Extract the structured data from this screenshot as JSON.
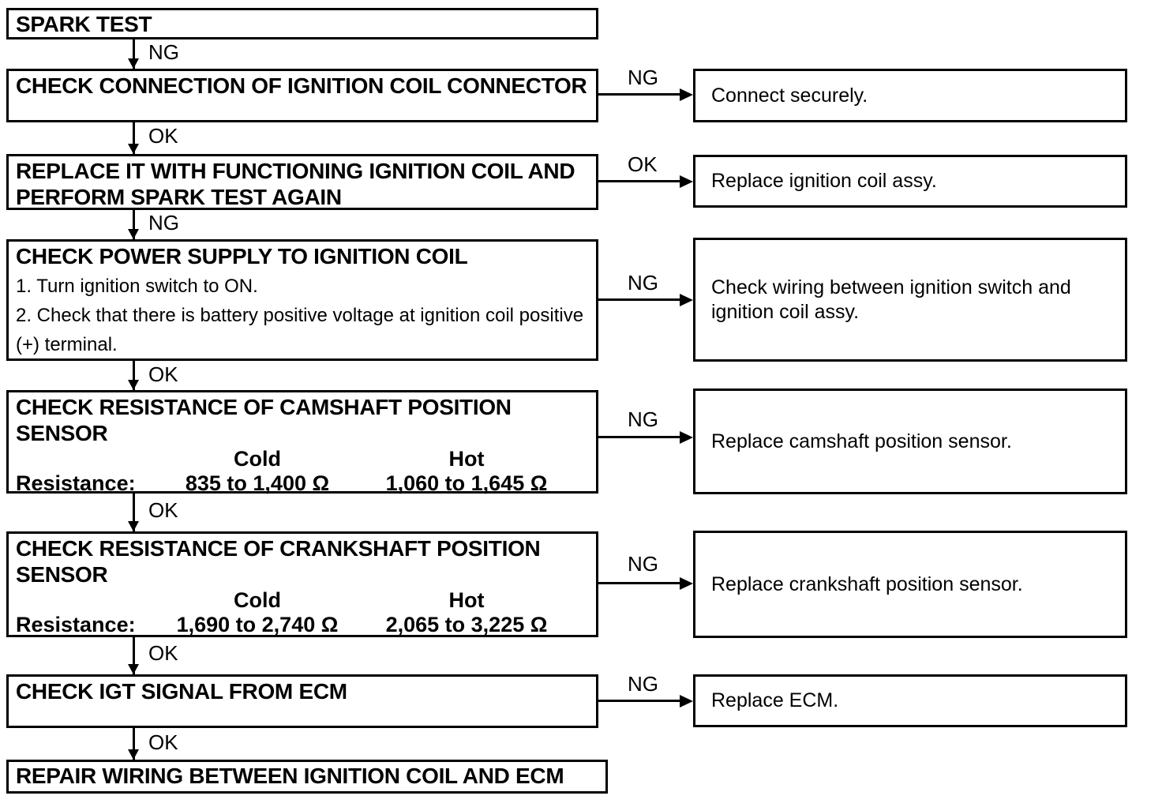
{
  "flowchart": {
    "colors": {
      "line": "#000000",
      "background": "#ffffff",
      "text": "#000000"
    },
    "steps": [
      {
        "title": "SPARK TEST"
      },
      {
        "title": "CHECK CONNECTION OF IGNITION COIL CONNECTOR"
      },
      {
        "title": "REPLACE IT WITH FUNCTIONING IGNITION COIL AND PERFORM SPARK TEST AGAIN"
      },
      {
        "title": "CHECK POWER SUPPLY TO IGNITION COIL",
        "instruction_lines": [
          "1. Turn ignition switch to ON.",
          "2. Check that there is battery positive voltage at ignition coil positive",
          "(+) terminal."
        ]
      },
      {
        "title_line1": "CHECK RESISTANCE OF CAMSHAFT POSITION",
        "title_line2": "SENSOR",
        "resistance": {
          "label": "Resistance:",
          "cold_header": "Cold",
          "hot_header": "Hot",
          "cold_value": "835 to 1,400 Ω",
          "hot_value": "1,060 to 1,645 Ω"
        }
      },
      {
        "title_line1": "CHECK RESISTANCE OF CRANKSHAFT POSITION",
        "title_line2": "SENSOR",
        "resistance": {
          "label": "Resistance:",
          "cold_header": "Cold",
          "hot_header": "Hot",
          "cold_value": "1,690 to 2,740 Ω",
          "hot_value": "2,065 to 3,225 Ω"
        }
      },
      {
        "title": "CHECK IGT SIGNAL FROM ECM"
      },
      {
        "title": "REPAIR WIRING BETWEEN IGNITION COIL AND ECM"
      }
    ],
    "down_connectors": [
      {
        "label": "NG"
      },
      {
        "label": "OK"
      },
      {
        "label": "NG"
      },
      {
        "label": "OK"
      },
      {
        "label": "OK"
      },
      {
        "label": "OK"
      },
      {
        "label": "OK"
      }
    ],
    "branches": [
      {
        "label": "NG",
        "action": "Connect securely."
      },
      {
        "label": "OK",
        "action": "Replace ignition coil assy."
      },
      {
        "label": "NG",
        "action": "Check wiring between ignition switch and ignition coil assy."
      },
      {
        "label": "NG",
        "action": "Replace camshaft position sensor."
      },
      {
        "label": "NG",
        "action": "Replace crankshaft position sensor."
      },
      {
        "label": "NG",
        "action": "Replace ECM."
      }
    ]
  }
}
